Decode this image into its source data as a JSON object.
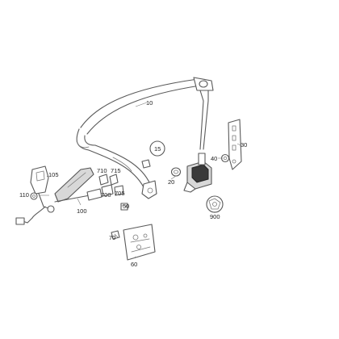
{
  "diagram": {
    "callouts": {
      "p10": "10",
      "p15": "15",
      "p20": "20",
      "p30": "30",
      "p40": "40",
      "p50": "50",
      "p60": "60",
      "p70": "70",
      "p100": "100",
      "p105": "105",
      "p110": "110",
      "p700": "700",
      "p705": "705",
      "p710": "710",
      "p715": "715",
      "p900": "900"
    }
  }
}
